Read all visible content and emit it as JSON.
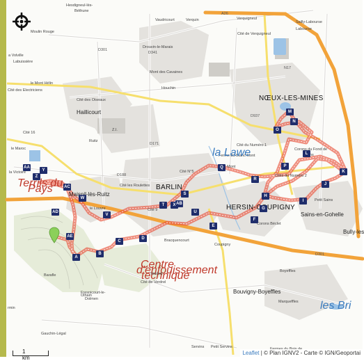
{
  "map": {
    "places": [
      {
        "id": "hesdigneul",
        "text": "Hesdigneul-lès-",
        "cls": "small"
      },
      {
        "id": "hesdigneul2",
        "text": "Béthune",
        "cls": "small"
      },
      {
        "id": "vaudricourt",
        "text": "Vaudricourt",
        "cls": "small"
      },
      {
        "id": "verquin",
        "text": "Verquin",
        "cls": "small"
      },
      {
        "id": "verquigneul",
        "text": "Verquigneul",
        "cls": "small"
      },
      {
        "id": "sailly",
        "text": "Sailly-Labourse",
        "cls": "small"
      },
      {
        "id": "labourse",
        "text": "Labourse",
        "cls": "small"
      },
      {
        "id": "moulin-rouge",
        "text": "Moulin Rouge",
        "cls": "small"
      },
      {
        "id": "cite-verquigneul",
        "text": "Cité de Verquigneul",
        "cls": "small"
      },
      {
        "id": "drouvin",
        "text": "Drouvin-le-Marais",
        "cls": "small"
      },
      {
        "id": "la-volville",
        "text": "a Volville",
        "cls": "small"
      },
      {
        "id": "labuissiere",
        "text": "Labuissière",
        "cls": "small"
      },
      {
        "id": "mont-cavaines",
        "text": "Mont des Cavaines",
        "cls": "small"
      },
      {
        "id": "le-mont-helin",
        "text": "le Mont Hélin",
        "cls": "small"
      },
      {
        "id": "cite-electriciens",
        "text": "Cité des Electriciens",
        "cls": "small"
      },
      {
        "id": "cite-oiseaux",
        "text": "Cité des Oiseaux",
        "cls": "small"
      },
      {
        "id": "houchin",
        "text": "Houchin",
        "cls": "small"
      },
      {
        "id": "noeux",
        "text": "NŒUX-LES-MINES",
        "cls": "city"
      },
      {
        "id": "haillicourt",
        "text": "Haillicourt",
        "cls": "town"
      },
      {
        "id": "cite16",
        "text": "Cité 16",
        "cls": "small"
      },
      {
        "id": "ruitz",
        "text": "Ruitz",
        "cls": "small"
      },
      {
        "id": "cite-numero1",
        "text": "Cité du Numéro 1",
        "cls": "small"
      },
      {
        "id": "ferme-blanc-mont",
        "text": "Ferme du Blanc Mont",
        "cls": "small"
      },
      {
        "id": "le-maroc",
        "text": "le Maroc",
        "cls": "small"
      },
      {
        "id": "corons-fond",
        "text": "Corons du Fond de",
        "cls": "small"
      },
      {
        "id": "corons-fond2",
        "text": "Sains",
        "cls": "small"
      },
      {
        "id": "cite-n5",
        "text": "Cité N°5",
        "cls": "small"
      },
      {
        "id": "mont",
        "text": "Mont",
        "cls": "small"
      },
      {
        "id": "cites-numero2",
        "text": "Cités du Numéro 2",
        "cls": "small"
      },
      {
        "id": "la-victoire",
        "text": "la Victoire",
        "cls": "small"
      },
      {
        "id": "terrils-du",
        "text": "Terrils du",
        "cls": "red"
      },
      {
        "id": "terrils-pays",
        "text": "Pays",
        "cls": "red"
      },
      {
        "id": "maisnil",
        "text": "Maisnil-lès-Ruitz",
        "cls": "town"
      },
      {
        "id": "cite-roulettes",
        "text": "Cité les Roulettes",
        "cls": "small"
      },
      {
        "id": "barlin",
        "text": "BARLIN",
        "cls": "city"
      },
      {
        "id": "petit-sains",
        "text": "Petit Sains",
        "cls": "small"
      },
      {
        "id": "hersin",
        "text": "HERSIN-COUPIGNY",
        "cls": "city"
      },
      {
        "id": "sains-gohelle",
        "text": "Sains-en-Gohelle",
        "cls": "town"
      },
      {
        "id": "le-louvre",
        "text": "le Louvre",
        "cls": "small"
      },
      {
        "id": "cite9",
        "text": "Cité 9",
        "cls": "small"
      },
      {
        "id": "bully",
        "text": "Bully-les",
        "cls": "town"
      },
      {
        "id": "corons-beclet",
        "text": "Corons Béclet",
        "cls": "small"
      },
      {
        "id": "bracquencourt",
        "text": "Bracquencourt",
        "cls": "small"
      },
      {
        "id": "coupigny",
        "text": "Coupigny",
        "cls": "small"
      },
      {
        "id": "centre1",
        "text": "Centre",
        "cls": "red"
      },
      {
        "id": "centre2",
        "text": "d'enfouissement",
        "cls": "red"
      },
      {
        "id": "centre3",
        "text": "technique",
        "cls": "red"
      },
      {
        "id": "boyeffles",
        "text": "Boyeffles",
        "cls": "small"
      },
      {
        "id": "barafle",
        "text": "Barafle",
        "cls": "small"
      },
      {
        "id": "olhain",
        "text": "Olhain",
        "cls": "small"
      },
      {
        "id": "verdrel",
        "text": "Verdrel",
        "cls": "small"
      },
      {
        "id": "cite-verdrel",
        "text": "Cité de Verdrel",
        "cls": "small"
      },
      {
        "id": "bouvigny",
        "text": "Bouvigny-Boyeffles",
        "cls": "town"
      },
      {
        "id": "fresnicourt",
        "text": "Fresnicourt-le-",
        "cls": "small"
      },
      {
        "id": "fresnicourt2",
        "text": "Dolmen",
        "cls": "small"
      },
      {
        "id": "marqueffles",
        "text": "Marqueffles",
        "cls": "small"
      },
      {
        "id": "les-bri",
        "text": "les Bri",
        "cls": "blue"
      },
      {
        "id": "gauchin",
        "text": "Gauchin-Légal",
        "cls": "small"
      },
      {
        "id": "servins",
        "text": "Servins",
        "cls": "small"
      },
      {
        "id": "petit-servins",
        "text": "Petit Servins",
        "cls": "small"
      },
      {
        "id": "fermes-bois",
        "text": "Fermes du Bois de",
        "cls": "small"
      },
      {
        "id": "rmin",
        "text": "rmin",
        "cls": "small"
      },
      {
        "id": "zi",
        "text": "Z.I.",
        "cls": "small"
      },
      {
        "id": "la-lawe",
        "text": "la Lawe",
        "cls": "blue"
      }
    ],
    "roads": [
      {
        "id": "r-a26",
        "text": "A26"
      },
      {
        "id": "r-d301",
        "text": "D301"
      },
      {
        "id": "r-d341",
        "text": "D341"
      },
      {
        "id": "r-d171",
        "text": "D171"
      },
      {
        "id": "r-d188",
        "text": "D188"
      },
      {
        "id": "r-d937",
        "text": "D937"
      },
      {
        "id": "r-d301b",
        "text": "D301"
      },
      {
        "id": "r-n17",
        "text": "N17"
      }
    ],
    "waypoints": [
      "A",
      "B",
      "C",
      "D",
      "E",
      "F",
      "G",
      "H",
      "I",
      "J",
      "K",
      "L",
      "M",
      "N",
      "O",
      "P",
      "Q",
      "R",
      "S",
      "T",
      "U",
      "V",
      "W",
      "X",
      "Y",
      "Z",
      "AA",
      "AB",
      "AC",
      "AD",
      "AE"
    ],
    "scale_label": "1 km",
    "attribution": {
      "leaflet": "Leaflet",
      "rest": " | © Plan IGNV2 - Carte © IGN/Geoportai"
    },
    "colors": {
      "route": "#e8553e",
      "waypoint": "#1f2d6b",
      "motorway": "#f2a33a",
      "start_marker": "#8bd05a"
    }
  }
}
